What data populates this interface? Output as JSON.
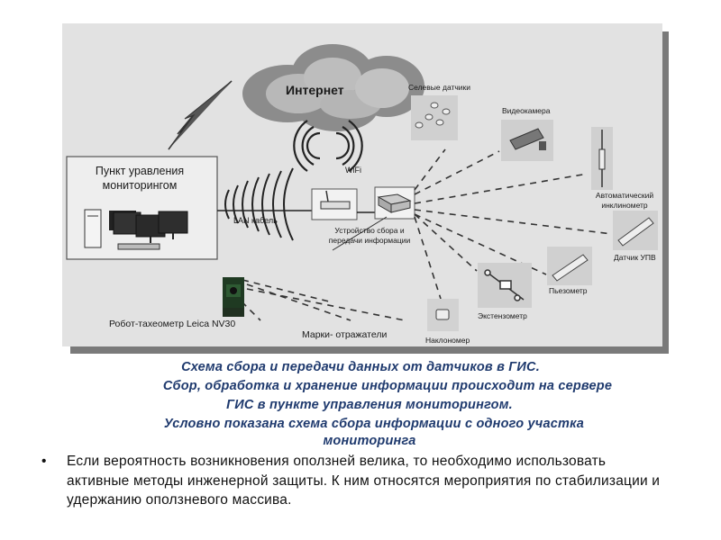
{
  "diagram": {
    "internet": "Интернет",
    "control_point": "Пункт уравления мониторингом",
    "wifi": "WiFi",
    "lan": "LAN кабель",
    "device": "Устройство сбора и передачи информации",
    "mudflow_sensors": "Селевые датчики",
    "videocamera": "Видеокамера",
    "inclinometer": "Автоматический инклинометр",
    "upv_sensor": "Датчик УПВ",
    "piezometer": "Пьезометр",
    "extensometer": "Экстензометр",
    "tiltmeter": "Наклономер",
    "robot": "Робот-тахеометр Leica NV30",
    "markers": "Марки- отражатели"
  },
  "caption": {
    "line1": "Схема сбора и передачи данных от датчиков в ГИС.",
    "line2": "Сбор, обработка и хранение информации происходит на сервере",
    "line3": "ГИС в пункте управления мониторингом.",
    "line4": "Условно показана схема сбора информации с одного участка",
    "line5": "мониторинга"
  },
  "bullet": {
    "marker": "•",
    "text": "Если вероятность возникновения оползней велика, то необходимо использовать активные методы инженерной защиты. К ним относятся мероприятия по стабилизации и удержанию оползневого массива."
  }
}
